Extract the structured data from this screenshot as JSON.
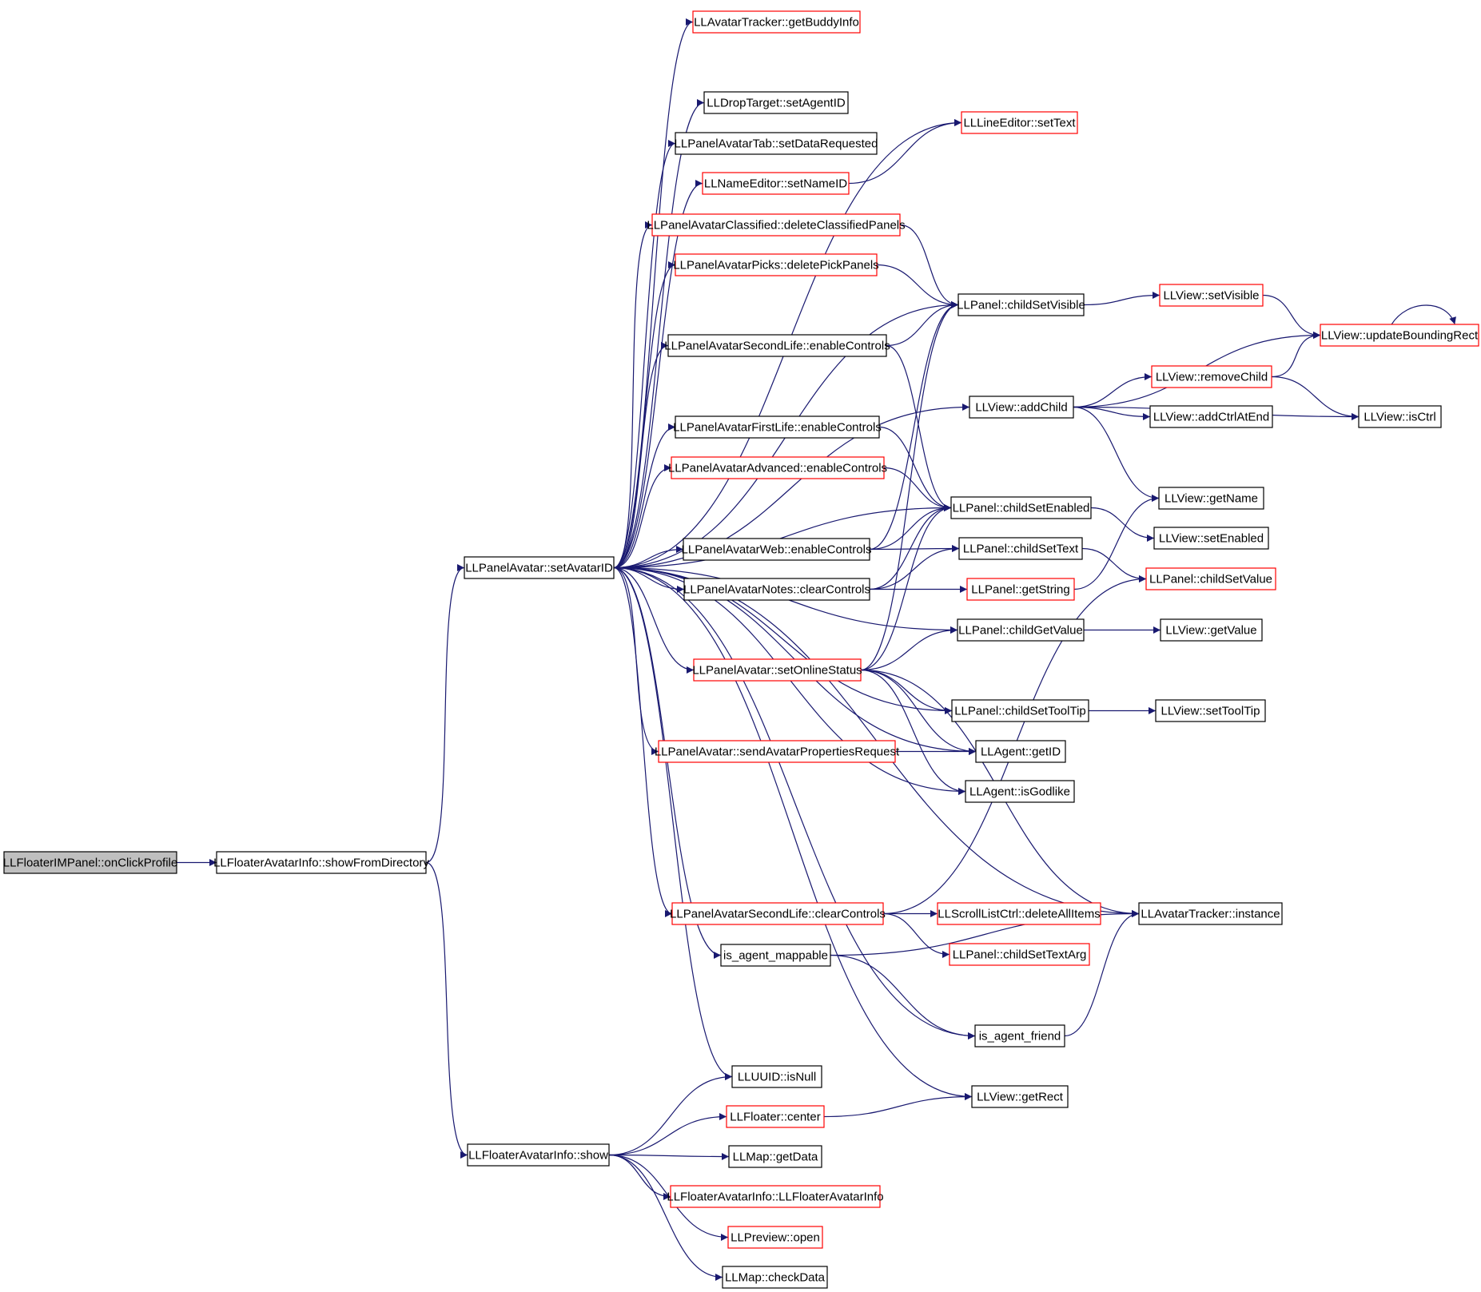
{
  "colors": {
    "edge": "#191970",
    "node_border_normal": "#000000",
    "node_border_truncated": "#ff0000",
    "root_fill": "#bfbfbf",
    "node_fill": "#ffffff"
  },
  "nodes": [
    {
      "id": "onClickProfile",
      "label": "LLFloaterIMPanel::onClickProfile",
      "kind": "root"
    },
    {
      "id": "showFromDirectory",
      "label": "LLFloaterAvatarInfo::showFromDirectory",
      "kind": "normal"
    },
    {
      "id": "setAvatarID",
      "label": "LLPanelAvatar::setAvatarID",
      "kind": "normal"
    },
    {
      "id": "show",
      "label": "LLFloaterAvatarInfo::show",
      "kind": "normal"
    },
    {
      "id": "getBuddyInfo",
      "label": "LLAvatarTracker::getBuddyInfo",
      "kind": "truncated"
    },
    {
      "id": "setAgentID",
      "label": "LLDropTarget::setAgentID",
      "kind": "normal"
    },
    {
      "id": "setText",
      "label": "LLLineEditor::setText",
      "kind": "truncated"
    },
    {
      "id": "setDataRequested",
      "label": "LLPanelAvatarTab::setDataRequested",
      "kind": "normal"
    },
    {
      "id": "setNameID",
      "label": "LLNameEditor::setNameID",
      "kind": "truncated"
    },
    {
      "id": "deleteClassifiedPanels",
      "label": "LLPanelAvatarClassified::deleteClassifiedPanels",
      "kind": "truncated"
    },
    {
      "id": "deletePickPanels",
      "label": "LLPanelAvatarPicks::deletePickPanels",
      "kind": "truncated"
    },
    {
      "id": "childSetVisible",
      "label": "LLPanel::childSetVisible",
      "kind": "normal"
    },
    {
      "id": "setVisible",
      "label": "LLView::setVisible",
      "kind": "truncated"
    },
    {
      "id": "updateBoundingRect",
      "label": "LLView::updateBoundingRect",
      "kind": "truncated"
    },
    {
      "id": "slEnableControls",
      "label": "LLPanelAvatarSecondLife::enableControls",
      "kind": "normal"
    },
    {
      "id": "removeChild",
      "label": "LLView::removeChild",
      "kind": "truncated"
    },
    {
      "id": "addChild",
      "label": "LLView::addChild",
      "kind": "normal"
    },
    {
      "id": "addCtrlAtEnd",
      "label": "LLView::addCtrlAtEnd",
      "kind": "normal"
    },
    {
      "id": "isCtrl",
      "label": "LLView::isCtrl",
      "kind": "normal"
    },
    {
      "id": "flEnableControls",
      "label": "LLPanelAvatarFirstLife::enableControls",
      "kind": "normal"
    },
    {
      "id": "advEnableControls",
      "label": "LLPanelAvatarAdvanced::enableControls",
      "kind": "truncated"
    },
    {
      "id": "getName",
      "label": "LLView::getName",
      "kind": "normal"
    },
    {
      "id": "childSetEnabled",
      "label": "LLPanel::childSetEnabled",
      "kind": "normal"
    },
    {
      "id": "setEnabled",
      "label": "LLView::setEnabled",
      "kind": "normal"
    },
    {
      "id": "webEnableControls",
      "label": "LLPanelAvatarWeb::enableControls",
      "kind": "normal"
    },
    {
      "id": "childSetText",
      "label": "LLPanel::childSetText",
      "kind": "normal"
    },
    {
      "id": "childSetValue",
      "label": "LLPanel::childSetValue",
      "kind": "truncated"
    },
    {
      "id": "clearControlsNotes",
      "label": "LLPanelAvatarNotes::clearControls",
      "kind": "normal"
    },
    {
      "id": "getString",
      "label": "LLPanel::getString",
      "kind": "truncated"
    },
    {
      "id": "childGetValue",
      "label": "LLPanel::childGetValue",
      "kind": "normal"
    },
    {
      "id": "getValue",
      "label": "LLView::getValue",
      "kind": "normal"
    },
    {
      "id": "setOnlineStatus",
      "label": "LLPanelAvatar::setOnlineStatus",
      "kind": "truncated"
    },
    {
      "id": "childSetToolTip",
      "label": "LLPanel::childSetToolTip",
      "kind": "normal"
    },
    {
      "id": "setToolTip",
      "label": "LLView::setToolTip",
      "kind": "normal"
    },
    {
      "id": "sendReq",
      "label": "LLPanelAvatar::sendAvatarPropertiesRequest",
      "kind": "truncated"
    },
    {
      "id": "getID",
      "label": "LLAgent::getID",
      "kind": "normal"
    },
    {
      "id": "isGodlike",
      "label": "LLAgent::isGodlike",
      "kind": "normal"
    },
    {
      "id": "slClearControls",
      "label": "LLPanelAvatarSecondLife::clearControls",
      "kind": "truncated"
    },
    {
      "id": "deleteAllItems",
      "label": "LLScrollListCtrl::deleteAllItems",
      "kind": "truncated"
    },
    {
      "id": "trackerInstance",
      "label": "LLAvatarTracker::instance",
      "kind": "normal"
    },
    {
      "id": "childSetTextArg",
      "label": "LLPanel::childSetTextArg",
      "kind": "truncated"
    },
    {
      "id": "isAgentMappable",
      "label": "is_agent_mappable",
      "kind": "normal"
    },
    {
      "id": "isAgentFriend",
      "label": "is_agent_friend",
      "kind": "normal"
    },
    {
      "id": "isNull",
      "label": "LLUUID::isNull",
      "kind": "normal"
    },
    {
      "id": "getRect",
      "label": "LLView::getRect",
      "kind": "normal"
    },
    {
      "id": "center",
      "label": "LLFloater::center",
      "kind": "truncated"
    },
    {
      "id": "getData",
      "label": "LLMap::getData",
      "kind": "normal"
    },
    {
      "id": "ctor",
      "label": "LLFloaterAvatarInfo::LLFloaterAvatarInfo",
      "kind": "truncated"
    },
    {
      "id": "previewOpen",
      "label": "LLPreview::open",
      "kind": "truncated"
    },
    {
      "id": "checkData",
      "label": "LLMap::checkData",
      "kind": "normal"
    }
  ],
  "edges": [
    [
      "onClickProfile",
      "showFromDirectory"
    ],
    [
      "showFromDirectory",
      "setAvatarID"
    ],
    [
      "showFromDirectory",
      "show"
    ],
    [
      "setAvatarID",
      "getBuddyInfo"
    ],
    [
      "setAvatarID",
      "setText"
    ],
    [
      "setAvatarID",
      "setAgentID"
    ],
    [
      "setAvatarID",
      "setDataRequested"
    ],
    [
      "setAvatarID",
      "setNameID"
    ],
    [
      "setAvatarID",
      "deleteClassifiedPanels"
    ],
    [
      "setAvatarID",
      "deletePickPanels"
    ],
    [
      "setAvatarID",
      "childSetVisible"
    ],
    [
      "setAvatarID",
      "slEnableControls"
    ],
    [
      "setAvatarID",
      "addChild"
    ],
    [
      "setAvatarID",
      "flEnableControls"
    ],
    [
      "setAvatarID",
      "advEnableControls"
    ],
    [
      "setAvatarID",
      "childSetEnabled"
    ],
    [
      "setAvatarID",
      "webEnableControls"
    ],
    [
      "setAvatarID",
      "clearControlsNotes"
    ],
    [
      "setAvatarID",
      "childGetValue"
    ],
    [
      "setAvatarID",
      "setOnlineStatus"
    ],
    [
      "setAvatarID",
      "childSetToolTip"
    ],
    [
      "setAvatarID",
      "sendReq"
    ],
    [
      "setAvatarID",
      "getID"
    ],
    [
      "setAvatarID",
      "isGodlike"
    ],
    [
      "setAvatarID",
      "trackerInstance"
    ],
    [
      "setAvatarID",
      "slClearControls"
    ],
    [
      "setAvatarID",
      "isAgentMappable"
    ],
    [
      "setAvatarID",
      "isAgentFriend"
    ],
    [
      "setAvatarID",
      "isNull"
    ],
    [
      "setAvatarID",
      "getRect"
    ],
    [
      "setNameID",
      "setText"
    ],
    [
      "deleteClassifiedPanels",
      "childSetVisible"
    ],
    [
      "deletePickPanels",
      "childSetVisible"
    ],
    [
      "childSetVisible",
      "setVisible"
    ],
    [
      "setVisible",
      "updateBoundingRect"
    ],
    [
      "updateBoundingRect",
      "updateBoundingRect"
    ],
    [
      "slEnableControls",
      "childSetVisible"
    ],
    [
      "slEnableControls",
      "childSetEnabled"
    ],
    [
      "addChild",
      "updateBoundingRect"
    ],
    [
      "addChild",
      "removeChild"
    ],
    [
      "addChild",
      "addCtrlAtEnd"
    ],
    [
      "addChild",
      "isCtrl"
    ],
    [
      "addChild",
      "getName"
    ],
    [
      "removeChild",
      "updateBoundingRect"
    ],
    [
      "removeChild",
      "isCtrl"
    ],
    [
      "flEnableControls",
      "childSetEnabled"
    ],
    [
      "advEnableControls",
      "childSetEnabled"
    ],
    [
      "childSetEnabled",
      "setEnabled"
    ],
    [
      "webEnableControls",
      "childSetVisible"
    ],
    [
      "webEnableControls",
      "childSetEnabled"
    ],
    [
      "webEnableControls",
      "childSetText"
    ],
    [
      "childSetText",
      "childSetValue"
    ],
    [
      "clearControlsNotes",
      "childSetEnabled"
    ],
    [
      "clearControlsNotes",
      "childSetText"
    ],
    [
      "clearControlsNotes",
      "getString"
    ],
    [
      "getString",
      "getName"
    ],
    [
      "childGetValue",
      "getValue"
    ],
    [
      "setOnlineStatus",
      "childSetVisible"
    ],
    [
      "setOnlineStatus",
      "childSetEnabled"
    ],
    [
      "setOnlineStatus",
      "childGetValue"
    ],
    [
      "setOnlineStatus",
      "childSetToolTip"
    ],
    [
      "setOnlineStatus",
      "getID"
    ],
    [
      "setOnlineStatus",
      "isGodlike"
    ],
    [
      "setOnlineStatus",
      "trackerInstance"
    ],
    [
      "childSetToolTip",
      "setToolTip"
    ],
    [
      "sendReq",
      "getID"
    ],
    [
      "slClearControls",
      "deleteAllItems"
    ],
    [
      "slClearControls",
      "childSetTextArg"
    ],
    [
      "slClearControls",
      "childSetValue"
    ],
    [
      "isAgentMappable",
      "trackerInstance"
    ],
    [
      "isAgentMappable",
      "isAgentFriend"
    ],
    [
      "isAgentFriend",
      "trackerInstance"
    ],
    [
      "show",
      "isNull"
    ],
    [
      "show",
      "center"
    ],
    [
      "show",
      "getData"
    ],
    [
      "show",
      "ctor"
    ],
    [
      "show",
      "previewOpen"
    ],
    [
      "show",
      "checkData"
    ],
    [
      "center",
      "getRect"
    ]
  ]
}
